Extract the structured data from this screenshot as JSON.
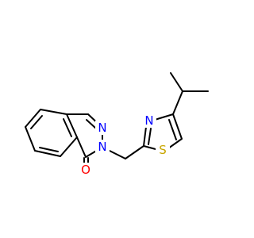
{
  "structure": {
    "atom_labels": {
      "n_phthalazine_3": "N",
      "n_phthalazine_2": "N",
      "o_carbonyl": "O",
      "n_thiazole": "N",
      "s_thiazole": "S"
    }
  },
  "colors": {
    "carbon_bond": "#000000",
    "nitrogen": "#0000ff",
    "oxygen": "#ff0000",
    "sulfur": "#c8a600",
    "background": "#ffffff"
  }
}
